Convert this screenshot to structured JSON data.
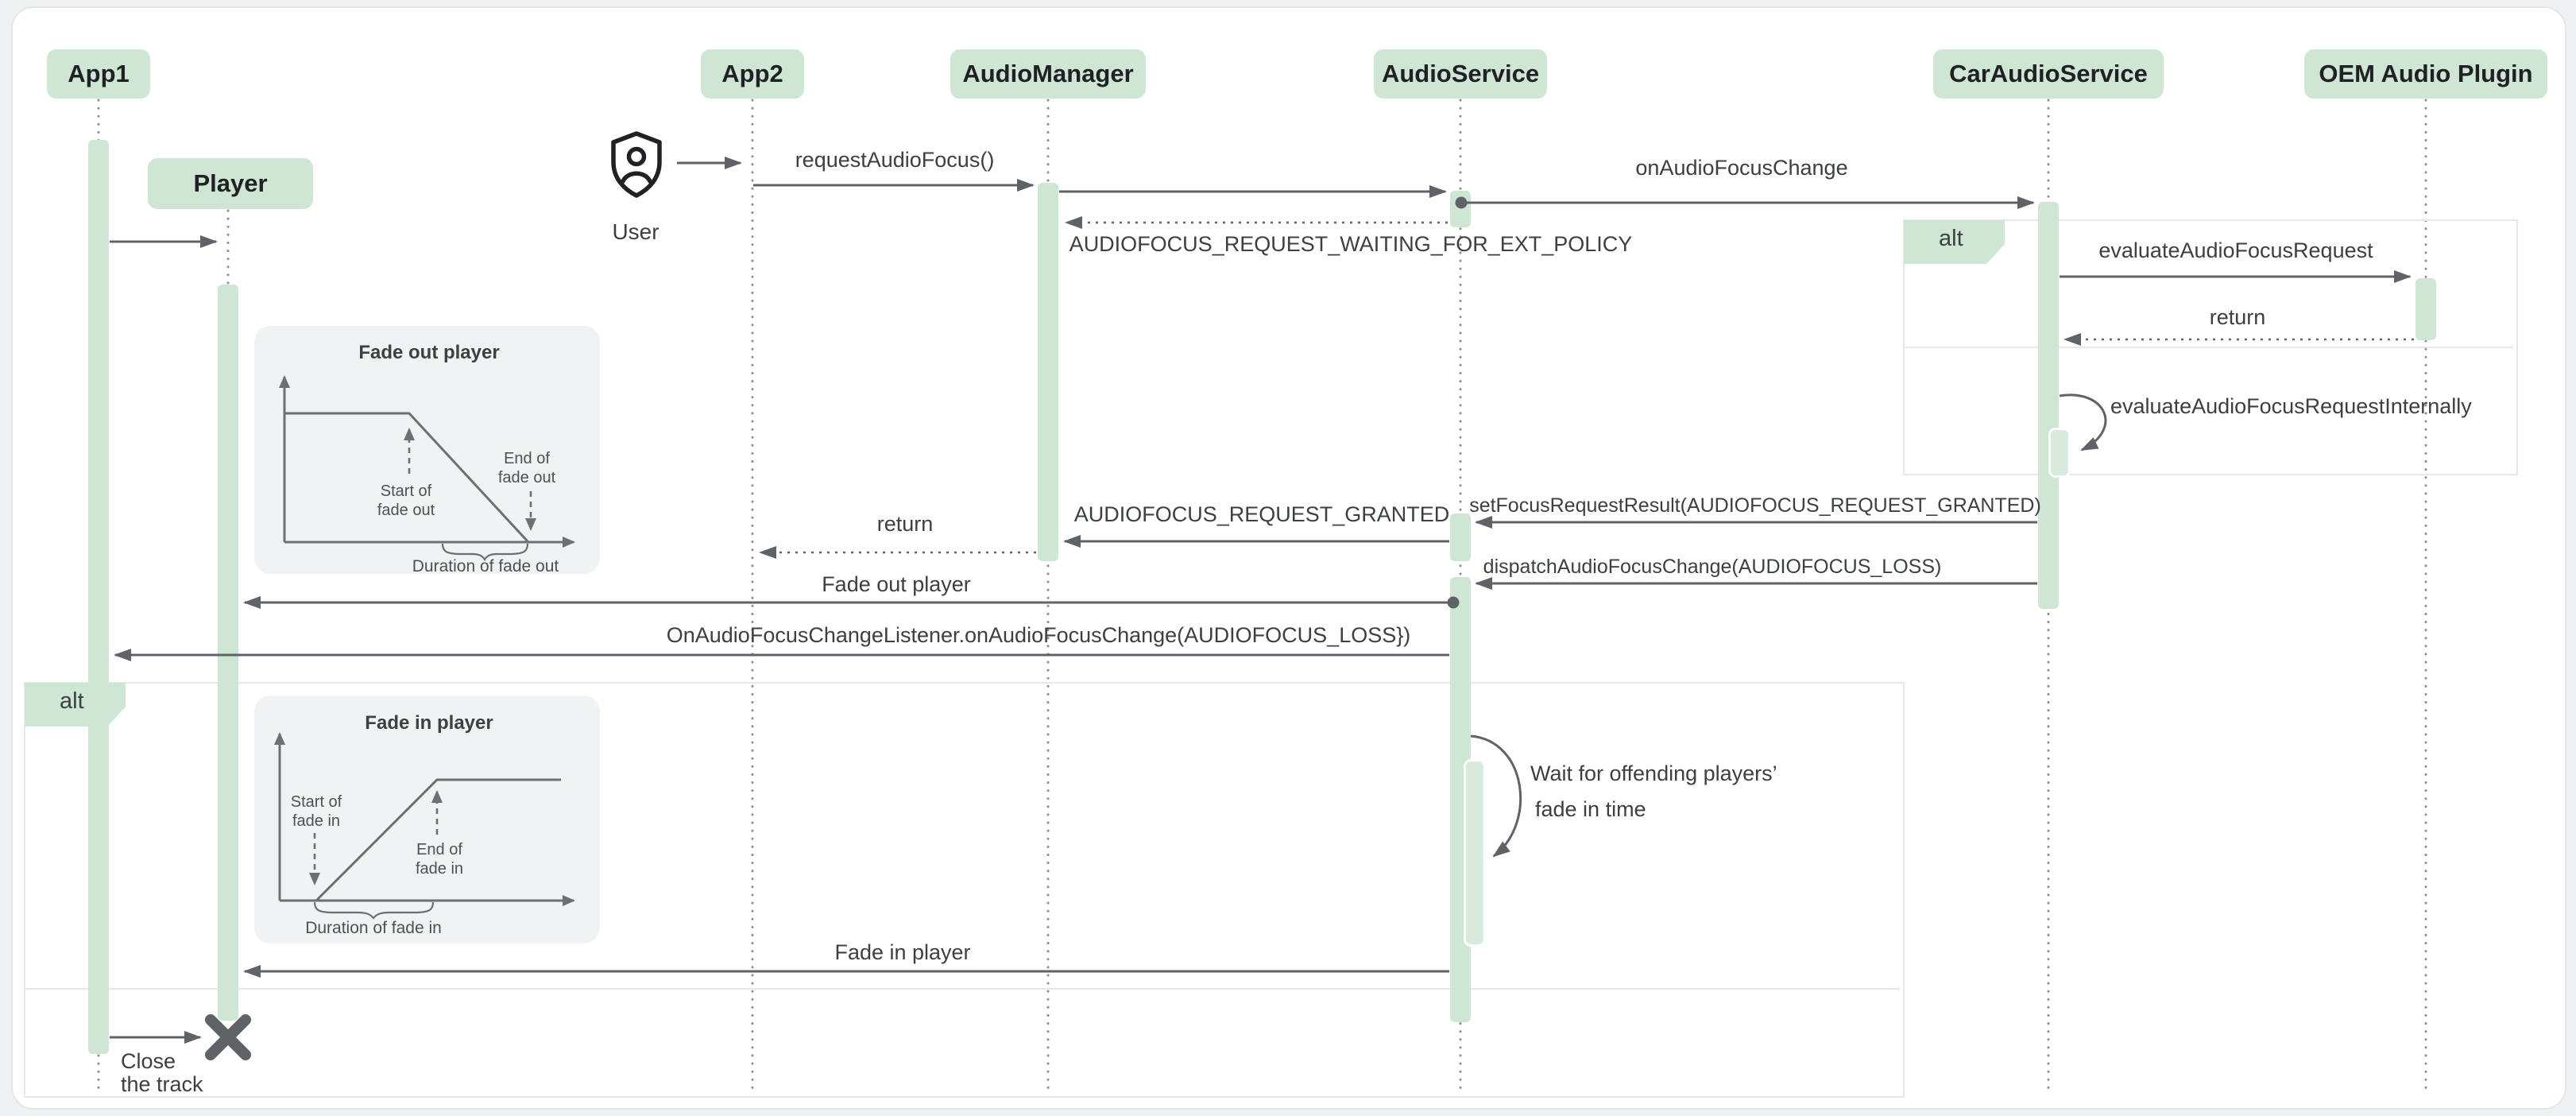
{
  "diagram": {
    "participants": [
      "App1",
      "App2",
      "AudioManager",
      "AudioService",
      "CarAudioService",
      "OEM Audio Plugin"
    ],
    "objects": {
      "player": "Player"
    },
    "actors": {
      "user": "User"
    },
    "fragments": {
      "alt_left": "alt",
      "alt_right": "alt"
    },
    "messages": {
      "request": "requestAudioFocus()",
      "on_change": "onAudioFocusChange",
      "waiting": "AUDIOFOCUS_REQUEST_WAITING_FOR_EXT_POLICY",
      "evaluate": "evaluateAudioFocusRequest",
      "return_right": "return",
      "evaluate_internal": "evaluateAudioFocusRequestInternally",
      "set_result": "setFocusRequestResult(AUDIOFOCUS_REQUEST_GRANTED)",
      "granted": "AUDIOFOCUS_REQUEST_GRANTED",
      "return_left": "return",
      "dispatch": "dispatchAudioFocusChange(AUDIOFOCUS_LOSS)",
      "fade_out": "Fade out player",
      "listener": "OnAudioFocusChangeListener.onAudioFocusChange(AUDIOFOCUS_LOSS})",
      "fade_in": "Fade in player"
    },
    "notes": {
      "wait_l1": "Wait for offending players’",
      "wait_l2": "fade in time",
      "close_l1": "Close",
      "close_l2": "the track"
    },
    "insets": {
      "fade_out": {
        "title": "Fade out player",
        "start1": "Start of",
        "start2": "fade out",
        "end1": "End of",
        "end2": "fade out",
        "duration": "Duration of fade out"
      },
      "fade_in": {
        "title": "Fade in player",
        "start1": "Start of",
        "start2": "fade in",
        "end1": "End of",
        "end2": "fade in",
        "duration": "Duration of fade in"
      }
    },
    "colors": {
      "green": "#cfe6d4",
      "arrow": "#5f6368",
      "text": "#3c4043",
      "inset_bg": "#f0f2f3",
      "panel": "#ffffff"
    }
  }
}
